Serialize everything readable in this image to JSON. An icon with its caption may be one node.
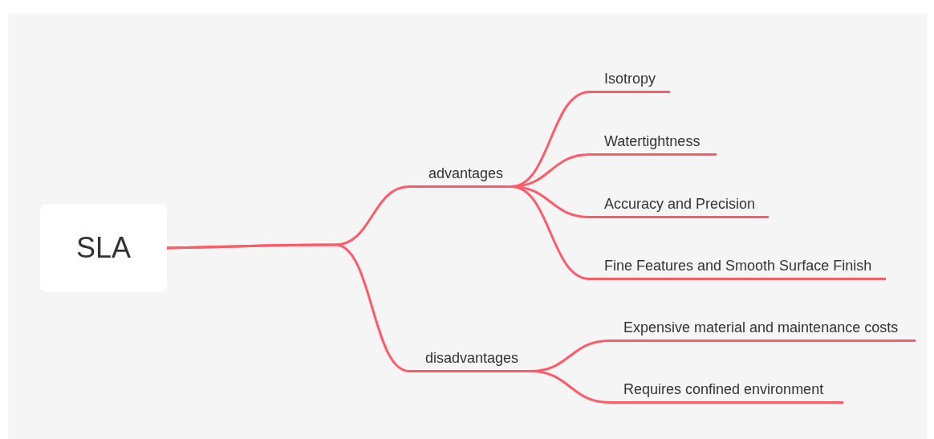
{
  "diagram": {
    "nodes": [
      {
        "text": [
          "SLA"
        ]
      },
      {
        "text": [
          "advantages"
        ]
      },
      {
        "text": [
          "disadvantages"
        ]
      },
      {
        "text": [
          "Isotropy"
        ]
      },
      {
        "text": [
          "Watertightness"
        ]
      },
      {
        "text": [
          "Accuracy and Precision"
        ]
      },
      {
        "text": [
          "Fine Features and Smooth Surface Finish"
        ]
      },
      {
        "text": [
          "Expensive material and maintenance costs"
        ]
      },
      {
        "text": [
          "Requires confined environment"
        ]
      }
    ],
    "edges": [
      {
        "from": 0,
        "to": 1,
        "arrow": "none"
      },
      {
        "from": 0,
        "to": 2,
        "arrow": "none"
      },
      {
        "from": 1,
        "to": 3,
        "arrow": "none"
      },
      {
        "from": 1,
        "to": 4,
        "arrow": "none"
      },
      {
        "from": 1,
        "to": 5,
        "arrow": "none"
      },
      {
        "from": 1,
        "to": 6,
        "arrow": "none"
      },
      {
        "from": 2,
        "to": 7,
        "arrow": "none"
      },
      {
        "from": 2,
        "to": 8,
        "arrow": "none"
      }
    ]
  }
}
